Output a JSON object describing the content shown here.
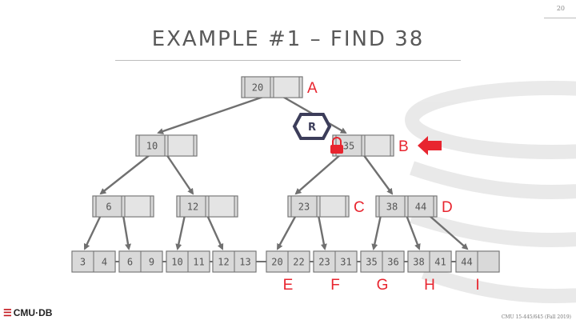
{
  "slide_number": "20",
  "title": "EXAMPLE #1 – FIND 38",
  "lock_label": "R",
  "nodes": [
    {
      "id": "root",
      "keys": [
        "20",
        ""
      ],
      "label": "A"
    },
    {
      "id": "n10",
      "keys": [
        "10",
        ""
      ],
      "label": ""
    },
    {
      "id": "n35",
      "keys": [
        "35",
        ""
      ],
      "label": "B"
    },
    {
      "id": "n6",
      "keys": [
        "6",
        ""
      ],
      "label": ""
    },
    {
      "id": "n12",
      "keys": [
        "12",
        ""
      ],
      "label": ""
    },
    {
      "id": "n23",
      "keys": [
        "23",
        ""
      ],
      "label": "C"
    },
    {
      "id": "n3844",
      "keys": [
        "38",
        "44"
      ],
      "label": "D"
    },
    {
      "id": "l34",
      "keys": [
        "3",
        "4"
      ],
      "label": ""
    },
    {
      "id": "l69",
      "keys": [
        "6",
        "9"
      ],
      "label": ""
    },
    {
      "id": "l1011",
      "keys": [
        "10",
        "11"
      ],
      "label": ""
    },
    {
      "id": "l1213",
      "keys": [
        "12",
        "13"
      ],
      "label": ""
    },
    {
      "id": "l2022",
      "keys": [
        "20",
        "22"
      ],
      "label": "E"
    },
    {
      "id": "l2331",
      "keys": [
        "23",
        "31"
      ],
      "label": "F"
    },
    {
      "id": "l3536",
      "keys": [
        "35",
        "36"
      ],
      "label": "G"
    },
    {
      "id": "l3841",
      "keys": [
        "38",
        "41"
      ],
      "label": "H"
    },
    {
      "id": "l44",
      "keys": [
        "44",
        ""
      ],
      "label": "I"
    }
  ],
  "footer": {
    "logo_text": "CMU·DB",
    "course": "CMU 15-445/645 (Fall 2019)"
  },
  "colors": {
    "node_fill": "#d9d9d9",
    "node_stroke": "#707070",
    "edge": "#707070",
    "label": "#e8252f",
    "latch": "#3c3d5a"
  }
}
